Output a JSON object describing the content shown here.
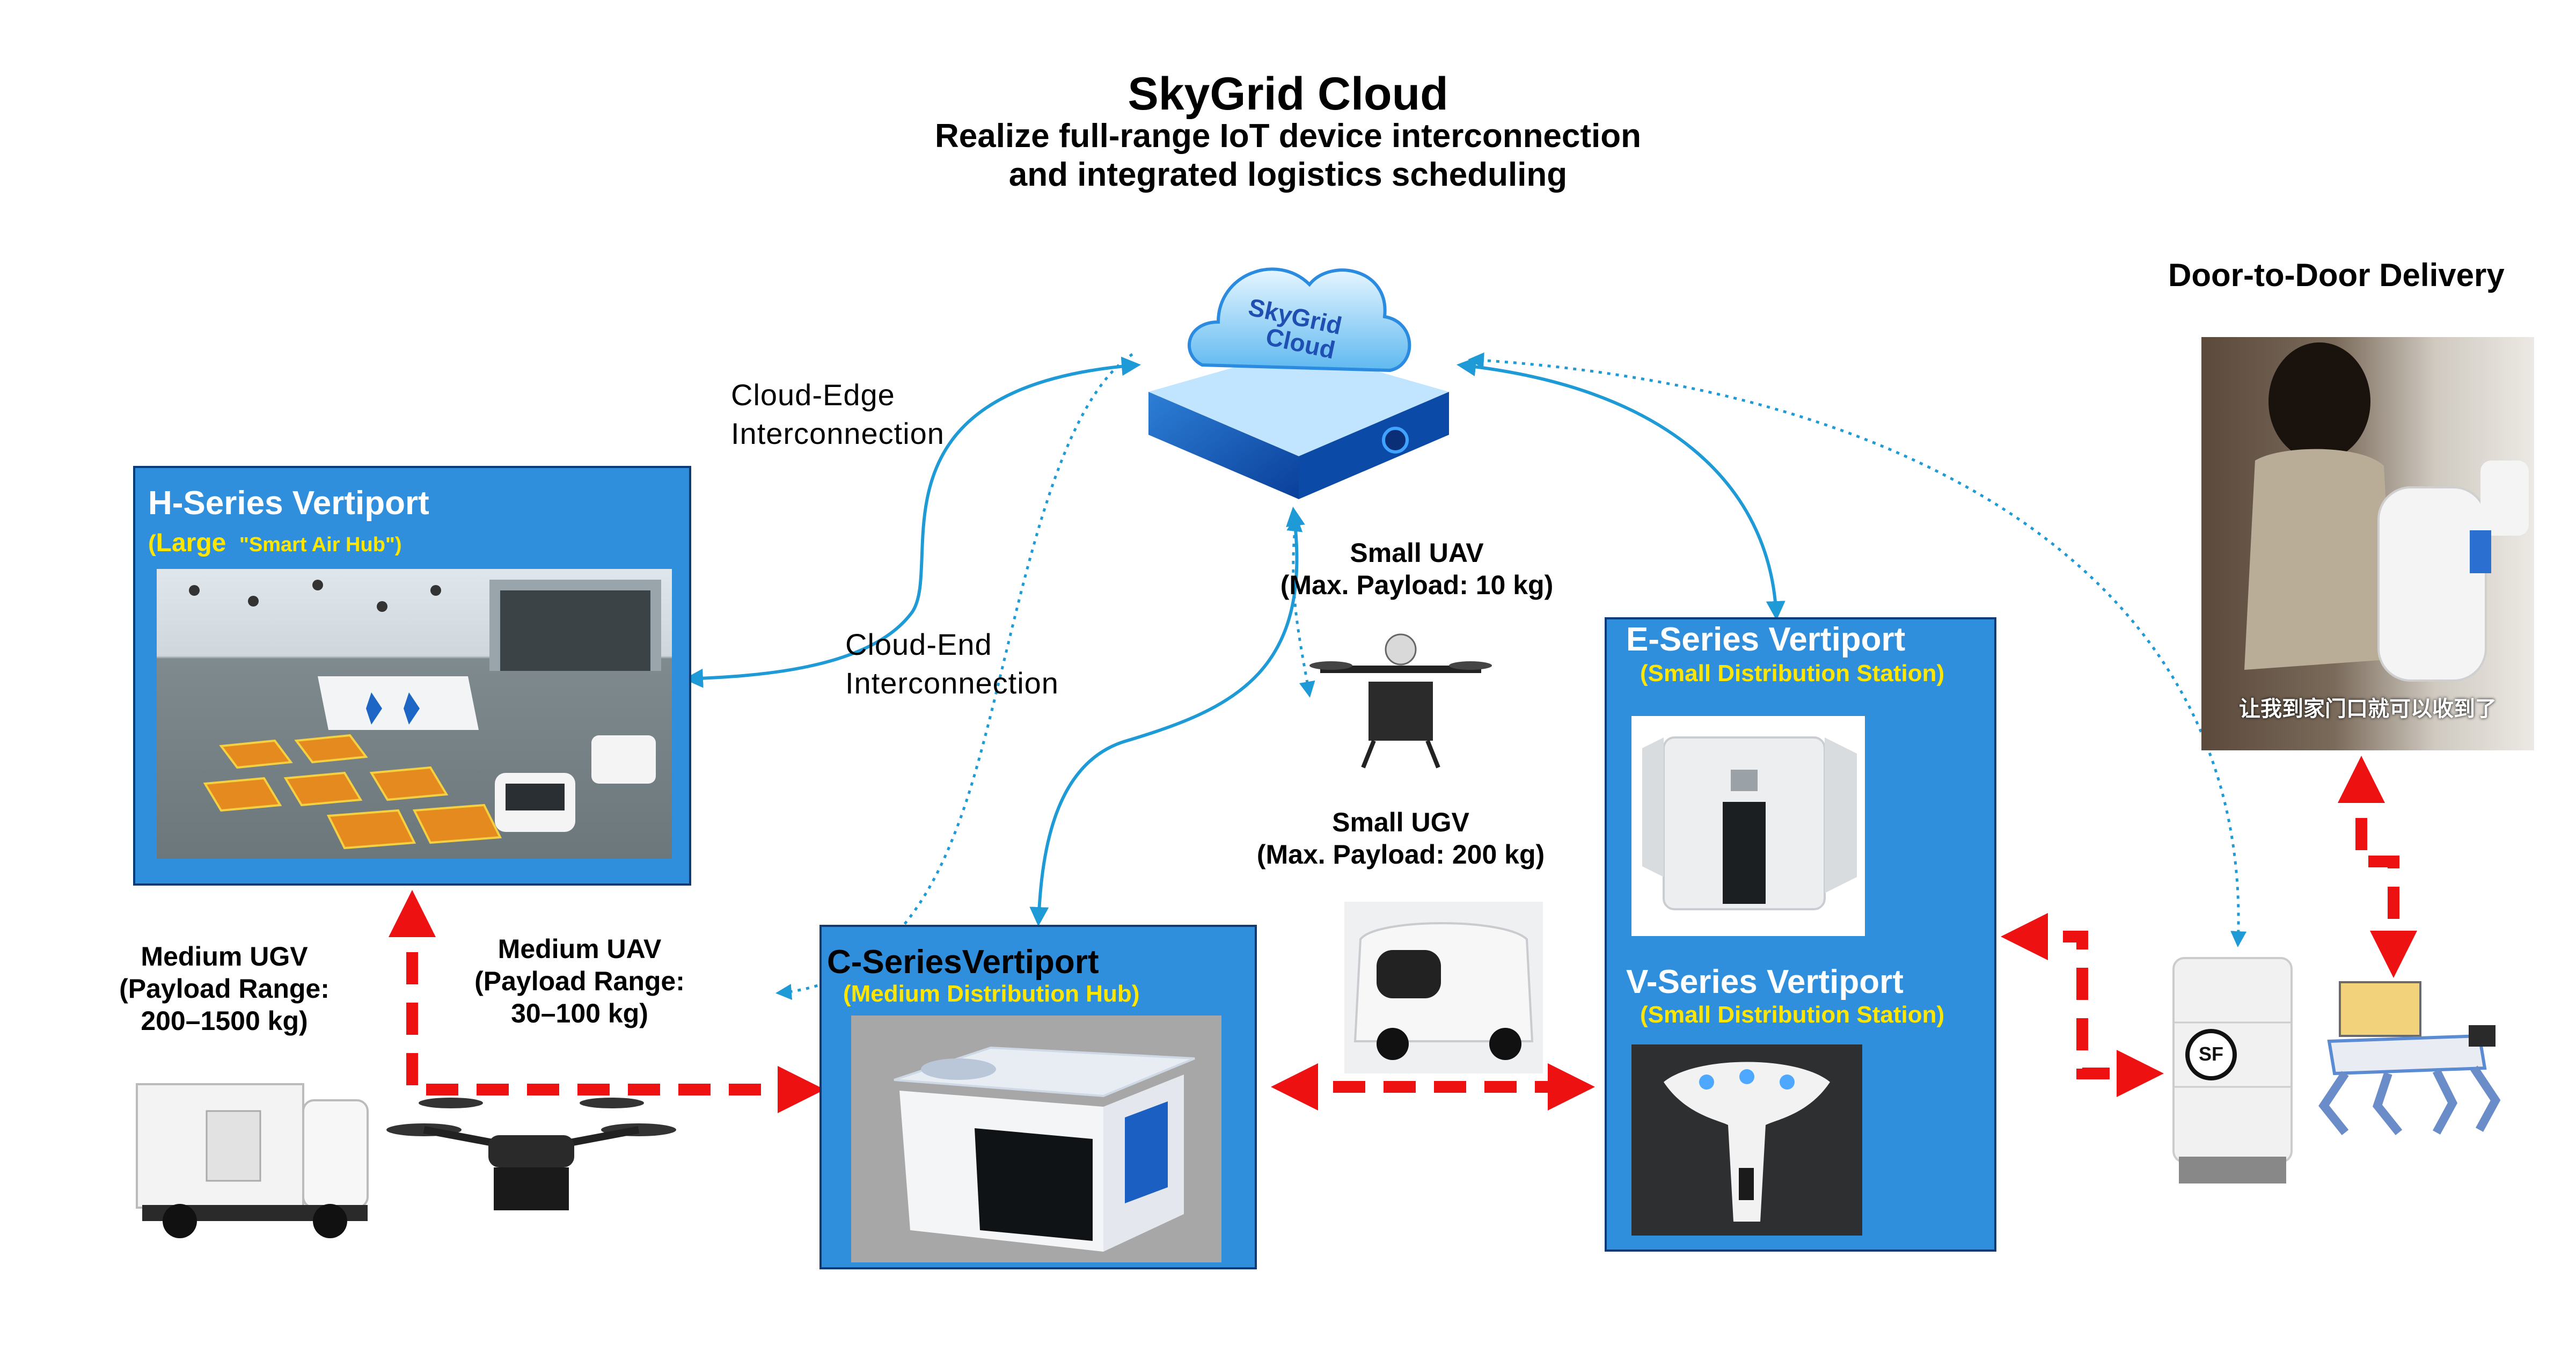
{
  "header": {
    "title": "SkyGrid Cloud",
    "subtitle_line1": "Realize full-range IoT device interconnection",
    "subtitle_line2": "and integrated logistics scheduling"
  },
  "cloud_icon": {
    "text_line1": "SkyGrid",
    "text_line2": "Cloud"
  },
  "links": {
    "cloud_edge_line1": "Cloud-Edge",
    "cloud_edge_line2": "Interconnection",
    "cloud_end_line1": "Cloud-End",
    "cloud_end_line2": "Interconnection"
  },
  "vertiports": {
    "h_series": {
      "title": "H-Series Vertiport",
      "sub_large": "Large",
      "sub_hub": "\"Smart Air Hub\")",
      "sub_open": "("
    },
    "c_series": {
      "title": "C-SeriesVertiport",
      "sub": "(Medium  Distribution Hub)"
    },
    "e_series": {
      "title": "E-Series Vertiport",
      "sub": "(Small Distribution Station)"
    },
    "v_series": {
      "title": "V-Series Vertiport",
      "sub": "(Small Distribution Station)"
    }
  },
  "vehicles": {
    "small_uav": {
      "line1": "Small UAV",
      "line2": "(Max. Payload: 10 kg)"
    },
    "small_ugv": {
      "line1": "Small UGV",
      "line2": "(Max. Payload: 200 kg)"
    },
    "medium_uav": {
      "line1": "Medium UAV",
      "line2": "(Payload Range:",
      "line3": "30–100 kg)"
    },
    "medium_ugv": {
      "line1": "Medium UGV",
      "line2": "(Payload Range:",
      "line3": "200–1500 kg)"
    }
  },
  "delivery": {
    "title": "Door-to-Door Delivery",
    "caption": "让我到家门口就可以收到了",
    "robot_logo": "SF"
  },
  "colors": {
    "box_fill": "#2f8fdc",
    "box_border": "#0d3b78",
    "yellow_text": "#ffe600",
    "cloud_link": "#1e9ad6",
    "red_arrow": "#ee1111"
  }
}
